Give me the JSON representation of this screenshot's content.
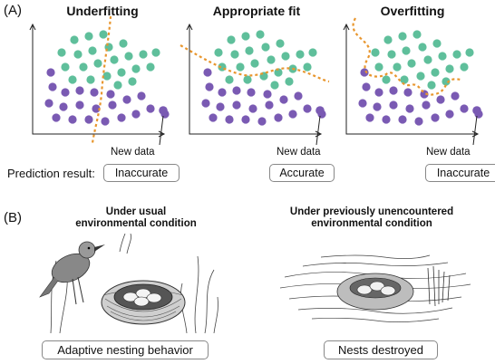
{
  "panel_a": {
    "label": "(A)",
    "prediction_label": "Prediction result:",
    "new_data_label": "New data",
    "plots": [
      {
        "title": "Underfitting",
        "result": "Inaccurate"
      },
      {
        "title": "Appropriate fit",
        "result": "Accurate"
      },
      {
        "title": "Overfitting",
        "result": "Inaccurate"
      }
    ],
    "colors": {
      "class_a": "#5fbf9b",
      "class_b": "#7a5ab3",
      "fit_line": "#e8962e"
    }
  },
  "panel_b": {
    "label": "(B)",
    "left": {
      "title_line1": "Under usual",
      "title_line2": "environmental condition",
      "caption": "Adaptive nesting behavior"
    },
    "right": {
      "title_line1": "Under previously unencountered",
      "title_line2": "environmental condition",
      "caption": "Nests destroyed"
    }
  }
}
